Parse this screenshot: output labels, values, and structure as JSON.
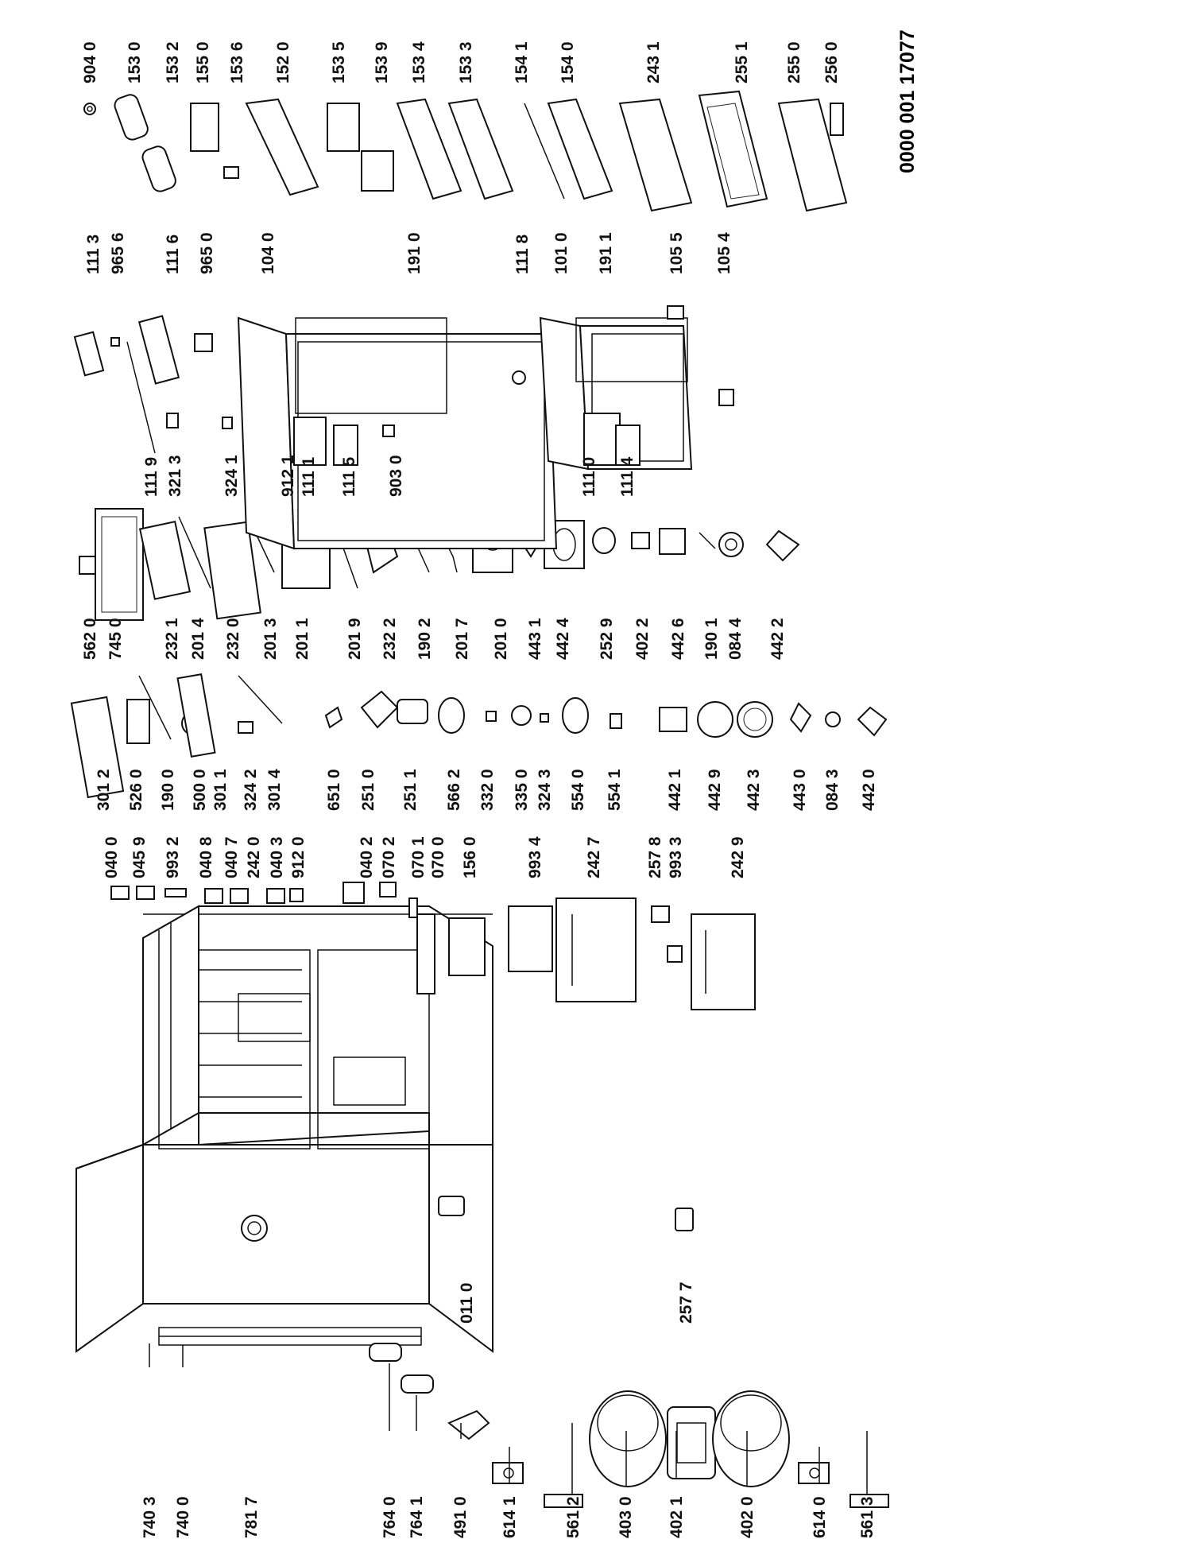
{
  "document_number": "0000 001 17077",
  "columns": [
    {
      "name": "column-1",
      "labels": [
        "740 3",
        "740 0",
        "781 7",
        "764 0",
        "764 1",
        "491 0",
        "614 1",
        "561 2",
        "403 0",
        "402 1",
        "402 0",
        "614 0",
        "561 3"
      ]
    },
    {
      "name": "column-1b",
      "labels": [
        "011 0",
        "257 7"
      ]
    },
    {
      "name": "column-1c",
      "labels": [
        "040 0",
        "045 9",
        "993 2",
        "040 8",
        "040 7",
        "242 0",
        "040 3",
        "912 0",
        "040 2",
        "070 2",
        "070 1",
        "070 0",
        "156 0",
        "993 4",
        "242 7",
        "257 8",
        "993 3",
        "242 9"
      ]
    },
    {
      "name": "column-2",
      "labels": [
        "301 2",
        "526 0",
        "190 0",
        "500 0",
        "301 1",
        "324 2",
        "301 4",
        "651 0",
        "251 0",
        "251 1",
        "566 2",
        "332 0",
        "335 0",
        "324 3",
        "554 0",
        "554 1",
        "442 1",
        "442 9",
        "442 3",
        "443 0",
        "084 3",
        "442 0"
      ]
    },
    {
      "name": "column-3",
      "labels": [
        "562 0",
        "745 0",
        "232 1",
        "201 4",
        "232 0",
        "201 3",
        "201 1",
        "201 9",
        "232 2",
        "190 2",
        "201 7",
        "201 0",
        "443 1",
        "442 4",
        "252 9",
        "402 2",
        "442 6",
        "190 1",
        "084 4",
        "442 2"
      ]
    },
    {
      "name": "column-4",
      "labels": [
        "111 9",
        "321 3",
        "324 1",
        "912 1",
        "111 1",
        "111 5",
        "903 0",
        "111 0",
        "111 4"
      ]
    },
    {
      "name": "column-5",
      "labels": [
        "111 3",
        "965 6",
        "111 6",
        "965 0",
        "104 0",
        "191 0",
        "111 8",
        "101 0",
        "191 1",
        "105 5",
        "105 4"
      ]
    },
    {
      "name": "column-6",
      "labels": [
        "904 0",
        "153 0",
        "153 2",
        "155 0",
        "153 6",
        "152 0",
        "153 5",
        "153 9",
        "153 4",
        "153 3",
        "154 1",
        "154 0",
        "243 1",
        "255 1",
        "255 0",
        "256 0"
      ]
    }
  ]
}
